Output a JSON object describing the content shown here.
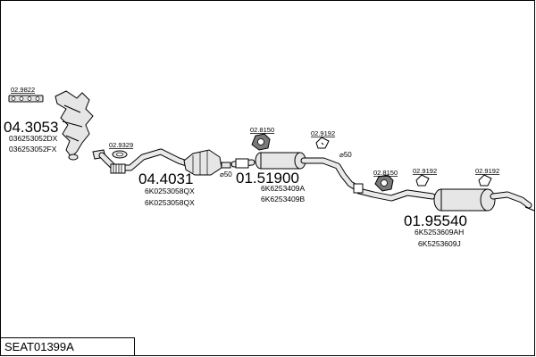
{
  "diagram": {
    "code": "SEAT01399A",
    "parts": [
      {
        "id": "04.3053",
        "oe_numbers": [
          "036253052DX",
          "036253052FX"
        ],
        "ref": "02.9822"
      },
      {
        "id": "04.4031",
        "oe_numbers": [
          "6K0253058QX",
          "6K0253058QX"
        ],
        "ref": "02.9329",
        "diameter": "⌀50"
      },
      {
        "id": "01.51900",
        "oe_numbers": [
          "6K6253409A",
          "6K6253409B"
        ],
        "ref": "02.8150",
        "diameter": "⌀50"
      },
      {
        "id": "01.95540",
        "oe_numbers": [
          "6K5253609AH",
          "6K5253609J"
        ],
        "ref": "02.8150"
      }
    ],
    "hanger_refs": [
      "02.9192",
      "02.9192",
      "02.9192"
    ]
  }
}
